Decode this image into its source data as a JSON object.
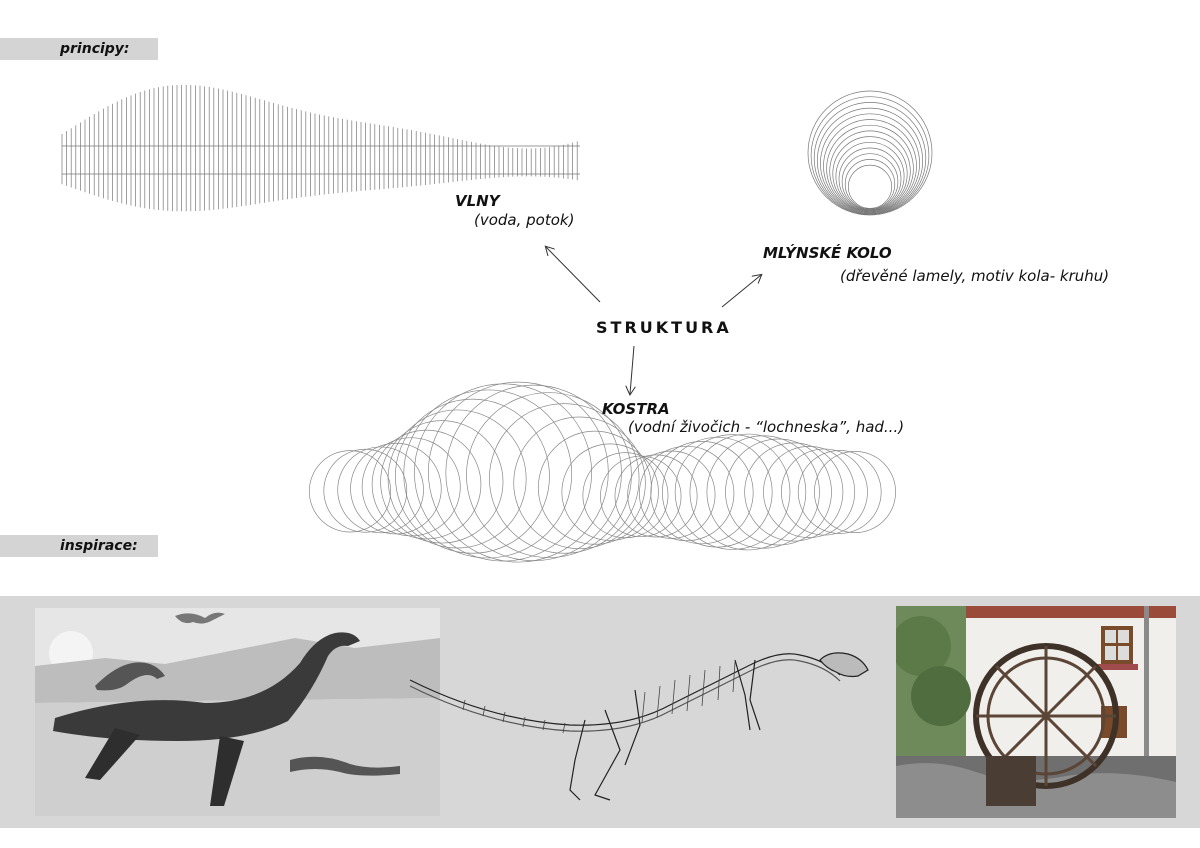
{
  "sections": {
    "principles_label": "principy:",
    "inspiration_label": "inspirace:"
  },
  "diagram": {
    "center": "STRUKTURA",
    "waves": {
      "title": "VLNY",
      "subtitle": "(voda, potok)"
    },
    "mill_wheel": {
      "title": "MLÝNSKÉ KOLO",
      "subtitle": "(dřevěné lamely, motiv kola- kruhu)"
    },
    "skeleton": {
      "title": "KOSTRA",
      "subtitle": "(vodní živočich - “lochneska”, had...)"
    }
  },
  "colors": {
    "tag_bg": "#d4d4d4",
    "band_bg": "#d7d7d7",
    "line": "#555555"
  },
  "icons": {
    "arrow_waves": "arrow-up-left-icon",
    "arrow_wheel": "arrow-up-right-icon",
    "arrow_skeleton": "arrow-down-icon"
  }
}
